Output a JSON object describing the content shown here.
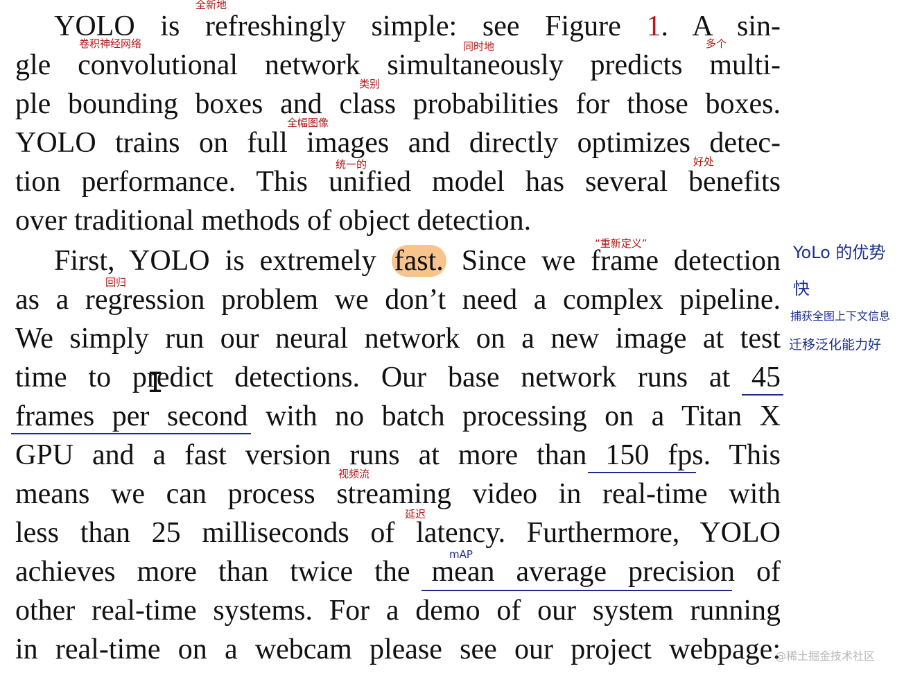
{
  "lines": [
    "YOLO is refreshingly simple: see Figure ",
    "gle convolutional network simultaneously predicts multi-",
    "ple bounding boxes and class probabilities for those boxes.",
    "YOLO trains on full images and directly optimizes detec-",
    "tion performance. This unified model has several benefits",
    "over traditional methods of object detection.",
    "First, YOLO is extremely ",
    "as a regression problem we don’t need a complex pipeline.",
    "We simply run our neural network on a new image at test",
    "time to predict detections. Our base network runs at 45",
    "frames per second with no batch processing on a Titan X",
    "GPU and a fast version runs at more than 150 fps. This",
    "means we can process streaming video in real-time with",
    "less than 25 milliseconds of latency. Furthermore, YOLO",
    "achieves more than twice the mean average precision of",
    "other real-time systems. For a demo of our system running",
    "in real-time on a webcam please see our project webpage:"
  ],
  "line1_ref": "1",
  "line1_tail": ". A sin-",
  "line7_highlight": "fast.",
  "line7_tail": " Since we frame detection",
  "annotations": {
    "refreshingly": "全新地",
    "single_cnn": "卷积神经网络",
    "simultaneously": "同时地",
    "multiple": "多个",
    "class": "类别",
    "full_images": "全幅图像",
    "unified": "统一的",
    "benefits": "好处",
    "frame": "“重新定义”",
    "regression": "回归",
    "streaming": "视频流",
    "latency": "延迟",
    "map": "mAP"
  },
  "side_notes": {
    "advantages": "YoLo 的优势",
    "fast": "快",
    "context": "捕获全图上下文信息",
    "generalize": "迁移泛化能力好"
  },
  "watermark": "@稀土掘金技术社区",
  "colors": {
    "text": "#111111",
    "ref": "#c0141b",
    "highlight": "#f7c48e",
    "red_note": "#b01818",
    "blue_note": "#1d2f8c"
  }
}
